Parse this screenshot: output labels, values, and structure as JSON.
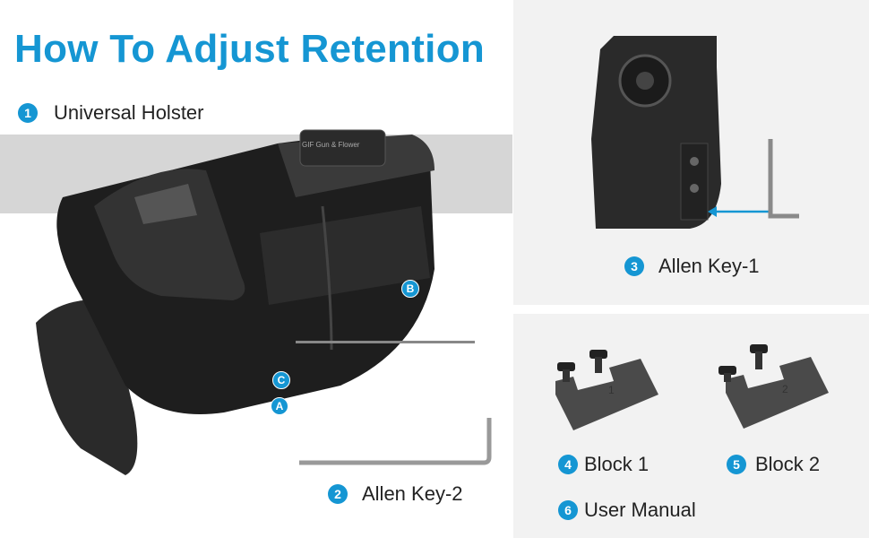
{
  "title": "How To Adjust Retention",
  "items": [
    {
      "num": "1",
      "label": "Universal Holster"
    },
    {
      "num": "2",
      "label": "Allen Key-2"
    },
    {
      "num": "3",
      "label": "Allen Key-1"
    },
    {
      "num": "4",
      "label": "Block 1"
    },
    {
      "num": "5",
      "label": "Block 2"
    },
    {
      "num": "6",
      "label": "User Manual"
    }
  ],
  "markers": [
    "A",
    "B",
    "C"
  ],
  "logo_text": "GIF Gun & Flower",
  "block_numbers": [
    "1",
    "2"
  ],
  "colors": {
    "accent": "#1596d3",
    "panel": "#f2f2f2",
    "band": "#d6d6d6"
  }
}
